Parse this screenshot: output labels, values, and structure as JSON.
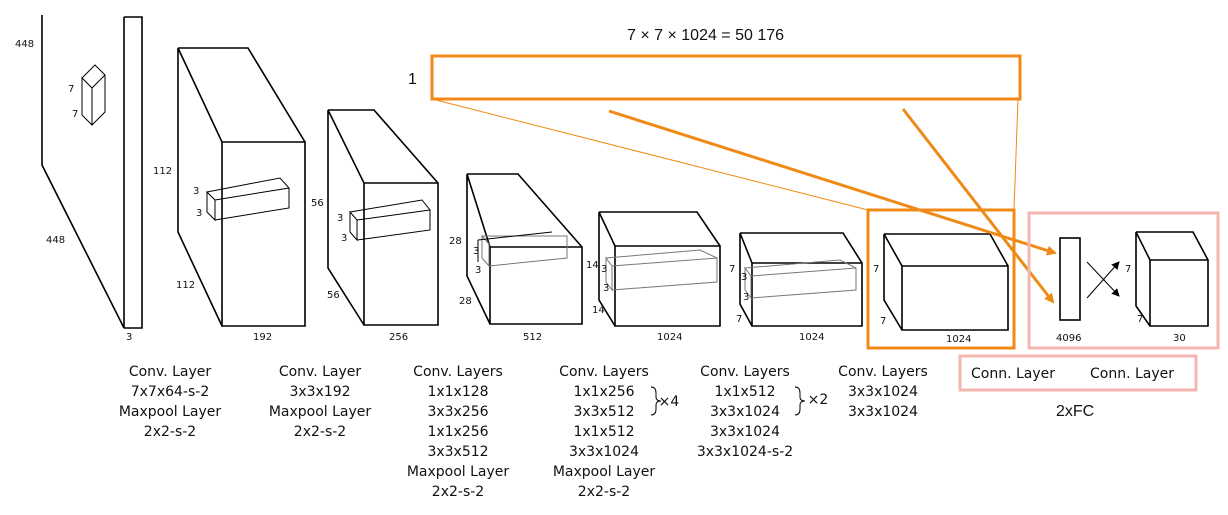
{
  "annotations": {
    "flatten_equation": "7 × 7 × 1024 = 50 176",
    "flatten_height": "1",
    "fc_count": "2xFC"
  },
  "blocks": [
    {
      "dims": {
        "h": "448",
        "w": "448",
        "d": "3",
        "k1": "7",
        "k2": "7"
      },
      "caption": [
        "Conv. Layer",
        "7x7x64-s-2",
        "Maxpool Layer",
        "2x2-s-2"
      ]
    },
    {
      "dims": {
        "h": "112",
        "w": "112",
        "d": "192",
        "k1": "3",
        "k2": "3"
      },
      "caption": [
        "Conv. Layer",
        "3x3x192",
        "Maxpool Layer",
        "2x2-s-2"
      ]
    },
    {
      "dims": {
        "h": "56",
        "w": "56",
        "d": "256",
        "k1": "3",
        "k2": "3"
      },
      "caption": [
        "Conv. Layers",
        "1x1x128",
        "3x3x256",
        "1x1x256",
        "3x3x512",
        "Maxpool Layer",
        "2x2-s-2"
      ]
    },
    {
      "dims": {
        "h": "28",
        "w": "28",
        "d": "512",
        "k1": "3",
        "k2": "3"
      },
      "caption": [
        "Conv. Layers",
        "1x1x256",
        "3x3x512",
        "1x1x512",
        "3x3x1024",
        "Maxpool Layer",
        "2x2-s-2"
      ],
      "repeat": "×4"
    },
    {
      "dims": {
        "h": "14",
        "w": "14",
        "d": "1024",
        "k1": "3",
        "k2": "3"
      },
      "caption": [
        "Conv. Layers",
        "1x1x512",
        "3x3x1024",
        "3x3x1024",
        "3x3x1024-s-2"
      ],
      "repeat": "×2"
    },
    {
      "dims": {
        "h": "7",
        "w": "7",
        "d": "1024",
        "k1": "3",
        "k2": "3"
      },
      "caption": [
        "Conv. Layers",
        "3x3x1024",
        "3x3x1024"
      ]
    },
    {
      "dims": {
        "h": "7",
        "w": "7",
        "d": "1024"
      }
    }
  ],
  "fc": {
    "fc1_units": "4096",
    "out_h": "7",
    "out_w": "7",
    "out_d": "30",
    "label_1": "Conn. Layer",
    "label_2": "Conn. Layer"
  },
  "colors": {
    "orange": "#F08A16",
    "pink": "#F4B7B0"
  }
}
